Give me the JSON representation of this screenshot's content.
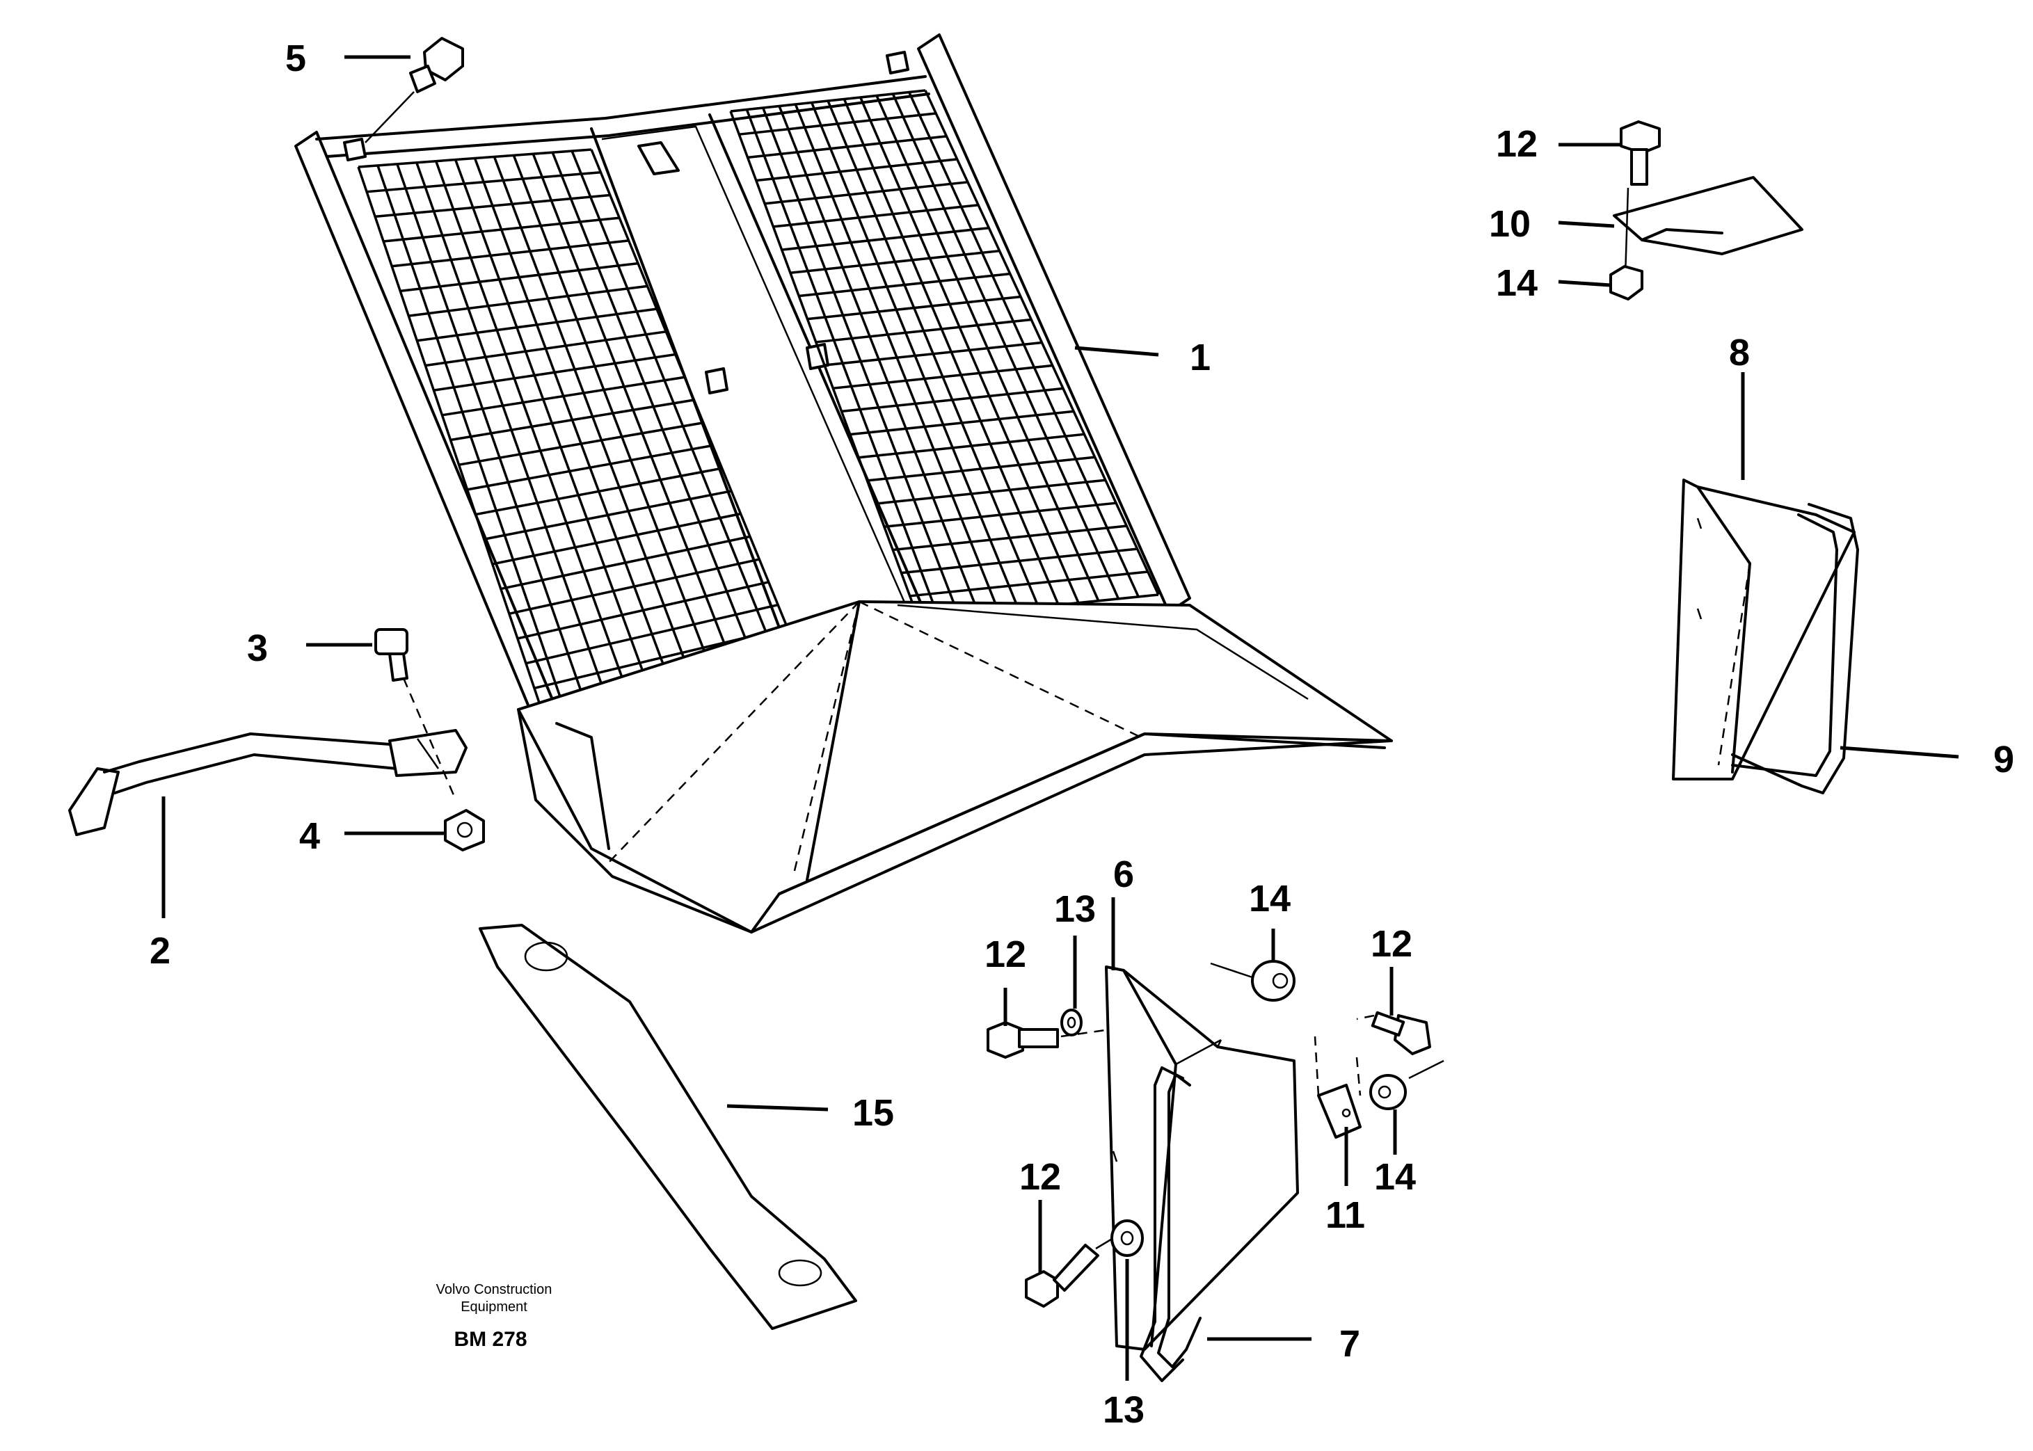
{
  "labels": {
    "l1": "1",
    "l2": "2",
    "l3": "3",
    "l4": "4",
    "l5": "5",
    "l6": "6",
    "l7": "7",
    "l8": "8",
    "l9": "9",
    "l10": "10",
    "l11": "11",
    "l12a": "12",
    "l12b": "12",
    "l12c": "12",
    "l12d": "12",
    "l13a": "13",
    "l13b": "13",
    "l14a": "14",
    "l14b": "14",
    "l14c": "14",
    "l15": "15"
  },
  "credit": {
    "line1": "Volvo Construction",
    "line2": "Equipment",
    "code": "BM 278"
  }
}
